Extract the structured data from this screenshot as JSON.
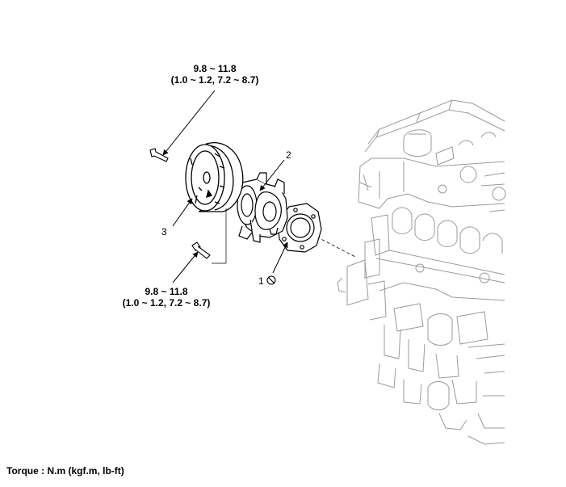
{
  "torque_top": {
    "line1": "9.8 ~ 11.8",
    "line2": "(1.0 ~ 1.2, 7.2 ~ 8.7)"
  },
  "torque_bottom": {
    "line1": "9.8 ~ 11.8",
    "line2": "(1.0 ~ 1.2, 7.2 ~ 8.7)"
  },
  "callouts": {
    "part1": "1",
    "part2": "2",
    "part3": "3"
  },
  "footer": {
    "torque_unit": "Torque : N.m (kgf.m, lb-ft)"
  },
  "icons": {
    "replace_symbol": "no-reuse-icon"
  },
  "colors": {
    "line": "#000000",
    "engine_outline": "#9a9a9a"
  }
}
